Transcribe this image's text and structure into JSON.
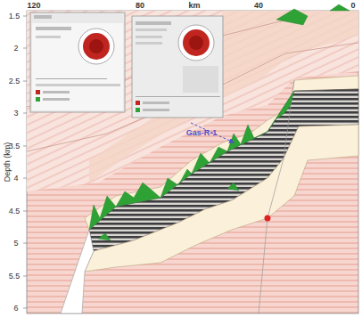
{
  "diagram": {
    "labels": [
      "120",
      "80",
      "km",
      "40",
      "0",
      "1.5",
      "2",
      "2.5",
      "3",
      "3.5",
      "4",
      "4.5",
      "5",
      "5.5",
      "6",
      "Depth (km)",
      "Gas-R-1"
    ]
  }
}
